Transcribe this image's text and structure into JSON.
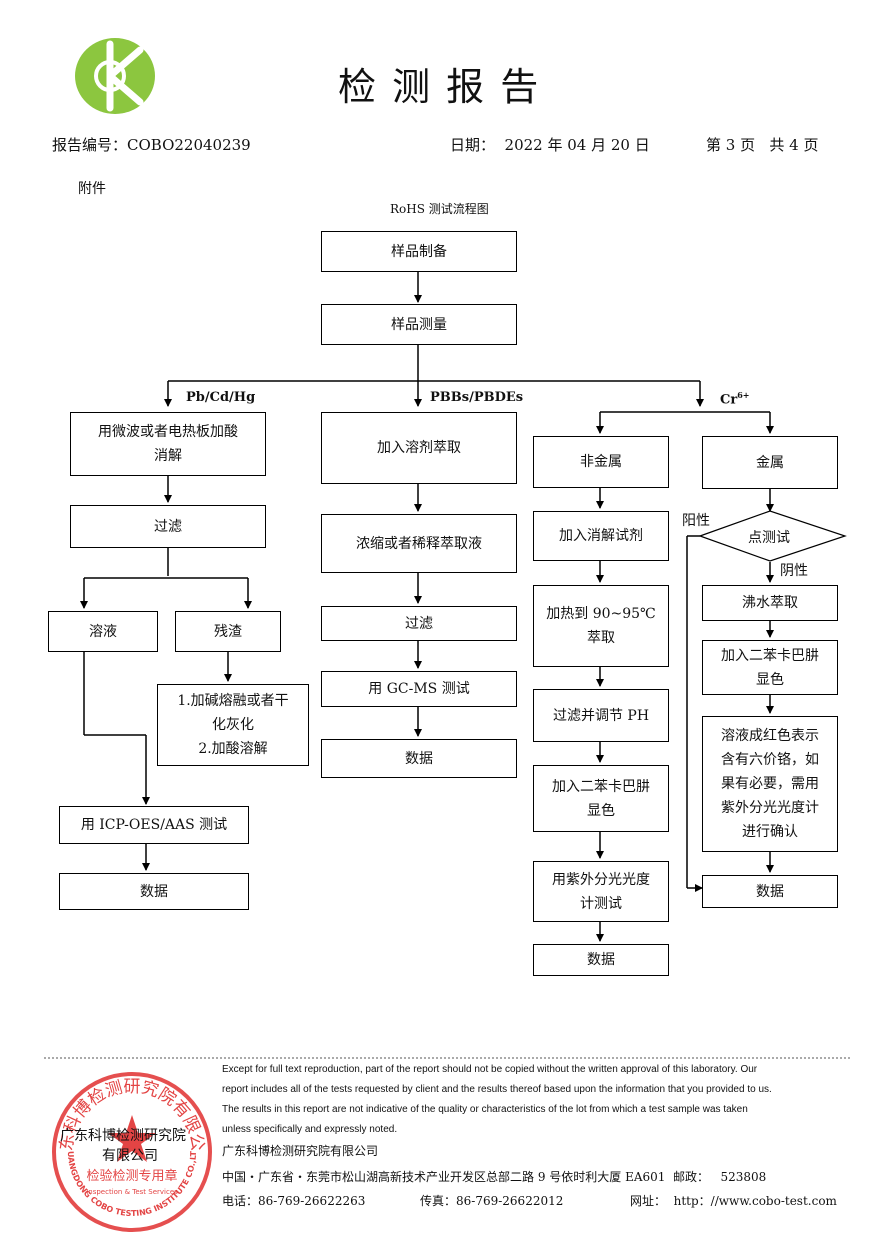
{
  "header": {
    "title": "检 测 报 告",
    "report_no": "报告编号：COBO22040239",
    "date": "日期：  2022 年 04 月 20 日",
    "page": "第 3 页   共 4 页"
  },
  "attachment_label": "附件",
  "flow_title": "RoHS 测试流程图",
  "boxes": {
    "prep": "样品制备",
    "measure": "样品测量",
    "a1": "用微波或者电热板加酸\n消解",
    "a2": "过滤",
    "a3": "溶液",
    "a4": "残渣",
    "a5": "1.加碱熔融或者干\n化灰化\n2.加酸溶解",
    "a6": "用 ICP-OES/AAS 测试",
    "a7": "数据",
    "b1": "加入溶剂萃取",
    "b2": "浓缩或者稀释萃取液",
    "b3": "过滤",
    "b4": "用 GC-MS 测试",
    "b5": "数据",
    "c1": "非金属",
    "c2": "加入消解试剂",
    "c3": "加热到 90~95℃\n萃取",
    "c4": "过滤并调节 PH",
    "c5": "加入二苯卡巴肼\n显色",
    "c6": "用紫外分光光度\n计测试",
    "c7": "数据",
    "d1": "金属",
    "d2": "点测试",
    "d3": "沸水萃取",
    "d4": "加入二苯卡巴肼\n显色",
    "d5": "溶液成红色表示\n含有六价铬，如\n果有必要，需用\n紫外分光光度计\n进行确认",
    "d6": "数据"
  },
  "branch_labels": {
    "pb": "Pb/Cd/Hg",
    "pbb": "PBBs/PBDEs",
    "cr": "Cr",
    "cr_sup": "6+",
    "positive_left": "阳性",
    "positive_down": "阴性"
  },
  "stamp": {
    "top_text": "广东科博检测研究院有限公司",
    "middle_text": "检验检测专用章",
    "english_top": "Inspection & Test Services",
    "bottom_text": "GUANGDONG COBO TESTING INSTITUTE CO.,LTD",
    "color": "#e03030"
  },
  "footer": {
    "disclaimer": [
      "Except for full text reproduction, part of the report should not be copied without the written approval of this laboratory. Our",
      "report includes all of the tests requested by client and the results thereof based upon the information that you provided to us.",
      "The results in this report are not indicative of the quality or characteristics of the lot from which a test sample was taken",
      "unless specifically and expressly noted."
    ],
    "company_left_line1": "广东科博检测研究院",
    "company_left_line2": "有限公司",
    "company": "广东科博检测研究院有限公司",
    "address": "中国・广东省・东莞市松山湖高新技术产业开发区总部二路 9 号依时利大厦 EA601  邮政：   523808",
    "phone": "电话：86-769-26622263",
    "fax": "传真：86-769-26622012",
    "web": "网址：  http：//www.cobo-test.com"
  },
  "colors": {
    "logo": "#8cc63f",
    "stamp": "#e03030"
  }
}
